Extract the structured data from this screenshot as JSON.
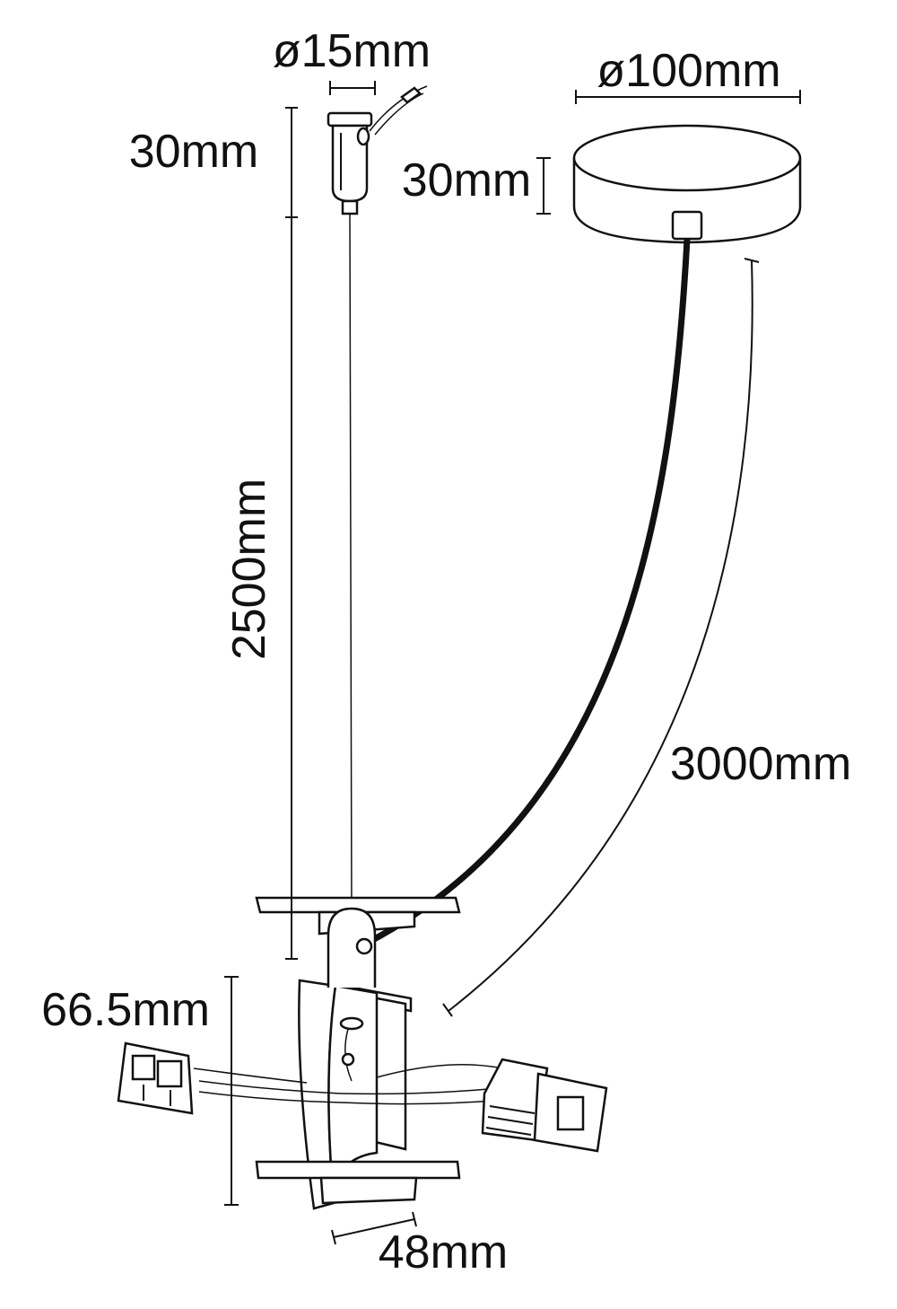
{
  "dimensions": {
    "hook_diameter": "ø15mm",
    "hook_height": "30mm",
    "canopy_height": "30mm",
    "canopy_diameter": "ø100mm",
    "wire_length": "2500mm",
    "cable_length": "3000mm",
    "adapter_height": "66.5mm",
    "adapter_width": "48mm"
  },
  "icons": {
    "ceiling_hook": "ceiling-hook-icon",
    "canopy": "ceiling-canopy-icon",
    "adapter": "track-adapter-icon",
    "left_connector": "wire-connector-icon",
    "right_connector": "wire-connector-icon"
  }
}
